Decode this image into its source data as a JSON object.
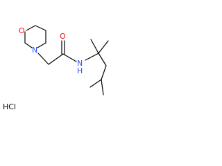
{
  "molecule": {
    "atoms": {
      "ring_oxygen": "O",
      "ring_nitrogen": "N",
      "carbonyl_oxygen": "O",
      "amide_nitrogen": "N",
      "amide_hydrogen": "H",
      "salt": "HCl"
    },
    "colors": {
      "bond": "#000000",
      "oxygen": "#ff0d0d",
      "nitrogen": "#3050f8",
      "carbon_text": "#000000"
    }
  }
}
